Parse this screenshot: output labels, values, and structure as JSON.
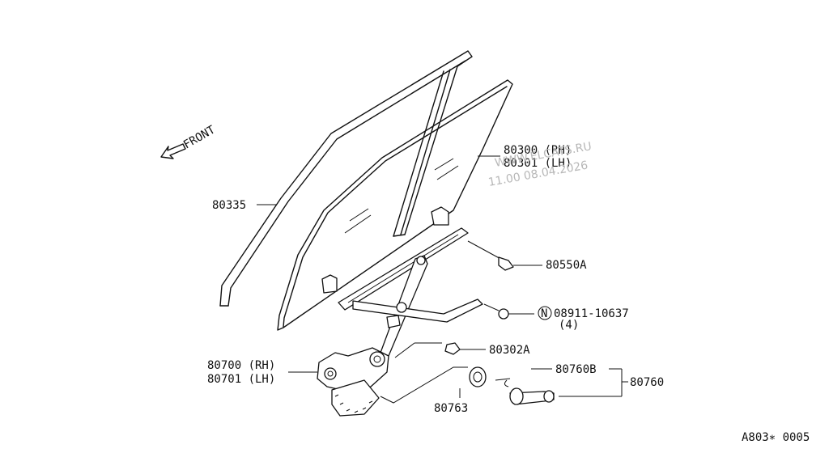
{
  "front_label": "FRONT",
  "parts": {
    "p80335": "80335",
    "p80300": "80300 (RH)",
    "p80301": "80301 (LH)",
    "p80550A": "80550A",
    "nut_prefix": "N",
    "p08911": "08911-10637",
    "p08911_qty": "(4)",
    "p80302A": "80302A",
    "p80700": "80700 (RH)",
    "p80701": "80701 (LH)",
    "p80760B": "80760B",
    "p80760": "80760",
    "p80763": "80763"
  },
  "watermark": {
    "site": "WWW.ELCATS.RU",
    "stamp": "11.00 08.04.2026"
  },
  "code": "A803∗ 0005"
}
